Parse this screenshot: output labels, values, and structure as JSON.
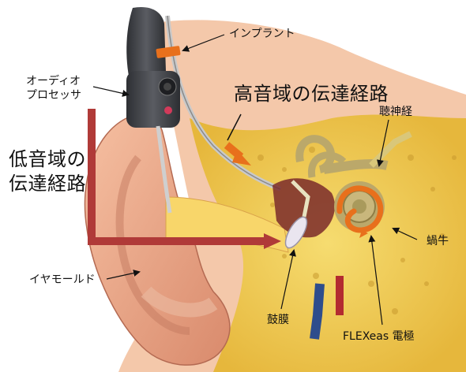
{
  "labels": {
    "implant": "インプラント",
    "processor_line1": "オーディオ",
    "processor_line2": "プロセッサ",
    "high_path": "高音域の伝達経路",
    "auditory_nerve": "聴神経",
    "low_path_line1": "低音域の",
    "low_path_line2": "伝達経路",
    "cochlea": "蝸牛",
    "earmold": "イヤモールド",
    "eardrum": "鼓膜",
    "electrode": "FLEXeas 電極"
  },
  "colors": {
    "arrow_orange": "#e8701c",
    "low_path_arrow": "#b03a38",
    "bone": "#f0cc52",
    "skin": "#f2ac8c",
    "cochlea_tan": "#bba86a",
    "device": "#4a4c50"
  },
  "icons": {
    "processor": "audio-processor-icon",
    "implant": "implant-icon",
    "eardrum": "eardrum-icon"
  }
}
